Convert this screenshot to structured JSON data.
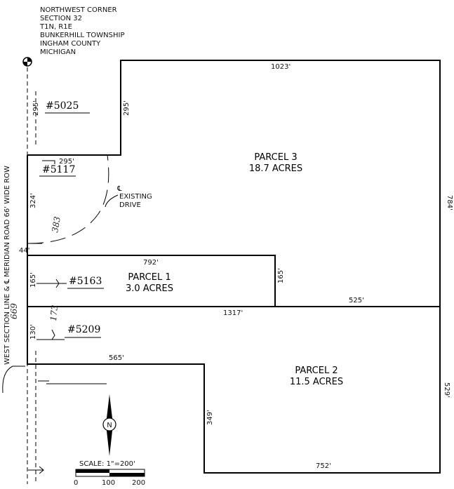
{
  "header_lines": [
    "NORTHWEST CORNER",
    "SECTION 32",
    "T1N, R1E",
    "BUNKERHILL TOWNSHIP",
    "INGHAM COUNTY",
    "MICHIGAN"
  ],
  "road_label": "WEST SECTION LINE & ℄ MERIDIAN ROAD 66' WIDE ROW",
  "road_handwritten": "669",
  "parcels": {
    "p3": {
      "name": "PARCEL 3",
      "area": "18.7 ACRES"
    },
    "p1": {
      "name": "PARCEL 1",
      "area": "3.0 ACRES"
    },
    "p2": {
      "name": "PARCEL 2",
      "area": "11.5 ACRES"
    }
  },
  "addresses": {
    "a5025": "#5025",
    "a5117": "#5117",
    "a5163": "#5163",
    "a5209": "#5209"
  },
  "dims": {
    "d1023": "1023'",
    "d295_left": "295'",
    "d295_right": "295'",
    "d295_top": "295'",
    "d784": "784'",
    "d324": "324'",
    "d44": "44'",
    "d792": "792'",
    "d165_left": "165'",
    "d165_right": "165'",
    "d1317": "1317'",
    "d525": "525'",
    "d130": "130'",
    "d565": "565'",
    "d529": "529'",
    "d349": "349'",
    "d752": "752'"
  },
  "handwritten": {
    "h383": "383",
    "h173": "173"
  },
  "drive": {
    "symbol": "℄",
    "line1": "EXISTING",
    "line2": "DRIVE"
  },
  "north": {
    "letter": "N"
  },
  "scale": {
    "label": "SCALE:  1\"=200'",
    "ticks": [
      "0",
      "100",
      "200"
    ]
  }
}
